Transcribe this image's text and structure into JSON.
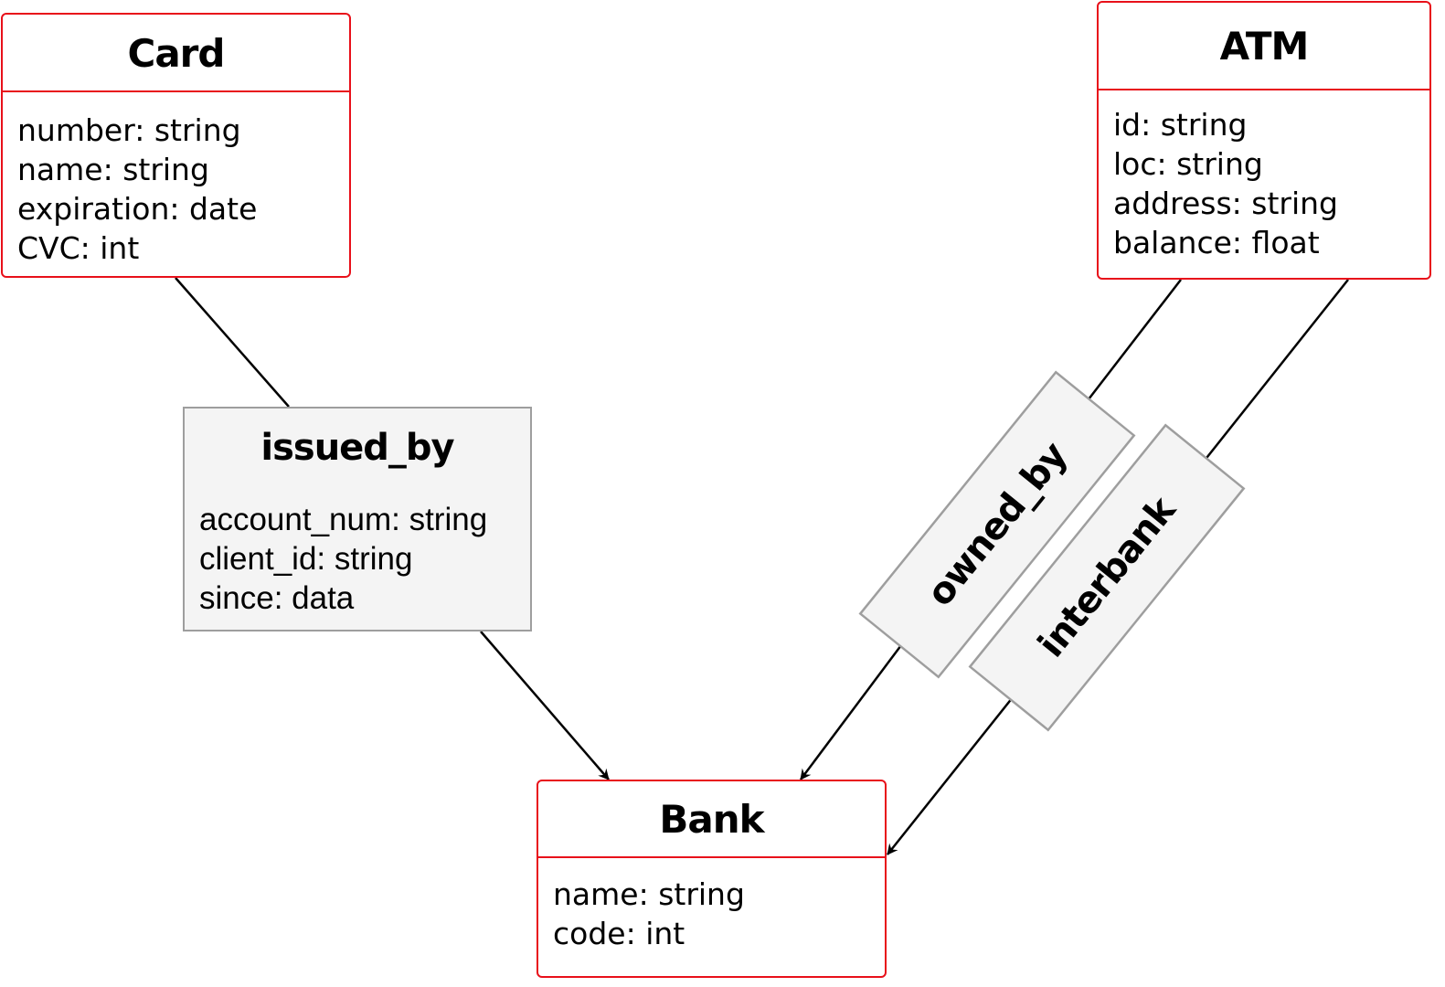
{
  "entities": {
    "card": {
      "title": "Card",
      "attributes": [
        "number: string",
        "name: string",
        "expiration: date",
        "CVC: int"
      ]
    },
    "atm": {
      "title": "ATM",
      "attributes": [
        "id: string",
        "loc: string",
        "address: string",
        "balance: float"
      ]
    },
    "bank": {
      "title": "Bank",
      "attributes": [
        "name: string",
        "code: int"
      ]
    }
  },
  "relationships": {
    "issued_by": {
      "title": "issued_by",
      "attributes": [
        "account_num: string",
        "client_id: string",
        "since: data"
      ]
    },
    "owned_by": {
      "title": "owned_by"
    },
    "interbank": {
      "title": "interbank"
    }
  },
  "colors": {
    "entity_border": "#e8101a",
    "relation_border": "#9e9e9e",
    "relation_fill": "#f4f4f4",
    "line": "#000000"
  }
}
